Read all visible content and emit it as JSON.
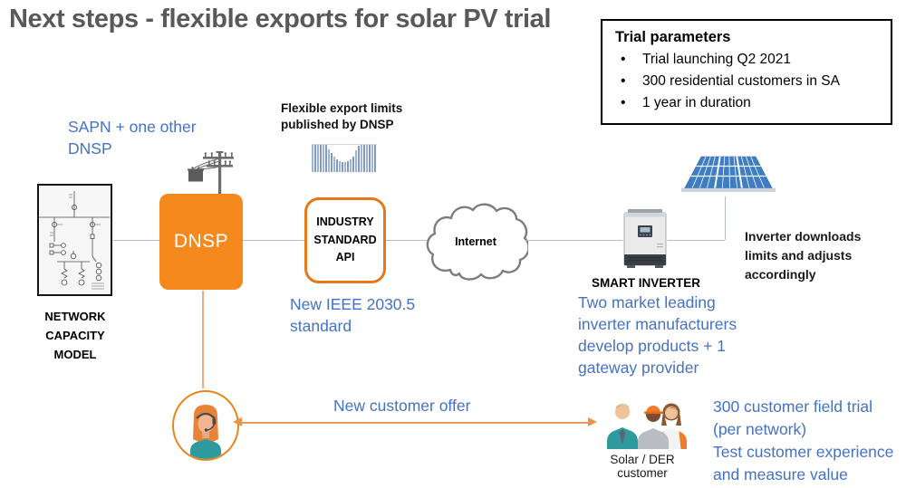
{
  "title": "Next steps - flexible exports for solar PV trial",
  "trial_parameters": {
    "heading": "Trial parameters",
    "bullet": "•",
    "items": [
      "Trial launching Q2 2021",
      "300 residential customers in SA",
      "1 year in duration"
    ]
  },
  "left_column": {
    "sapn_note": "SAPN + one other\nDNSP",
    "network_model_label": "NETWORK\nCAPACITY\nMODEL"
  },
  "dnsp": {
    "label": "DNSP"
  },
  "flexible_limits": {
    "label": "Flexible export limits\npublished by DNSP"
  },
  "api": {
    "label": "INDUSTRY\nSTANDARD\nAPI",
    "note": "New IEEE 2030.5\nstandard"
  },
  "cloud": {
    "label": "Internet"
  },
  "inverter": {
    "label": "SMART INVERTER",
    "download_note": "Inverter downloads\nlimits and adjusts\naccordingly",
    "manufacturers_note": "Two market leading\ninverter manufacturers\ndevelop products + 1\ngateway provider"
  },
  "customer": {
    "offer_label": "New customer offer",
    "group_label": "Solar / DER customer",
    "trial_note": "300 customer field trial\n(per network)\nTest customer experience\nand measure value"
  },
  "icons": {
    "power_pole": "power-pole-icon",
    "circuit_diagram": "circuit-diagram-icon",
    "bar_chart": {
      "name": "bar-chart-icon",
      "heights": [
        31,
        31,
        31,
        31,
        31,
        31,
        25,
        21,
        17,
        14,
        12,
        11,
        11,
        12,
        14,
        17,
        24,
        29,
        31,
        31,
        31,
        31,
        31,
        31
      ]
    },
    "cloud": "cloud-icon",
    "solar_panel": "solar-panel-icon",
    "smart_inverter": "inverter-icon",
    "support_agent": "support-agent-icon",
    "customers": "customers-icon"
  },
  "colors": {
    "orange": "#F6891E",
    "orange-dark": "#E8771A",
    "arrow-orange": "#EC9A5F",
    "blue": "#4472C4",
    "title-gray": "#595959",
    "line-gray": "#B4BCC8",
    "bar-blue": "#7F98C8"
  }
}
